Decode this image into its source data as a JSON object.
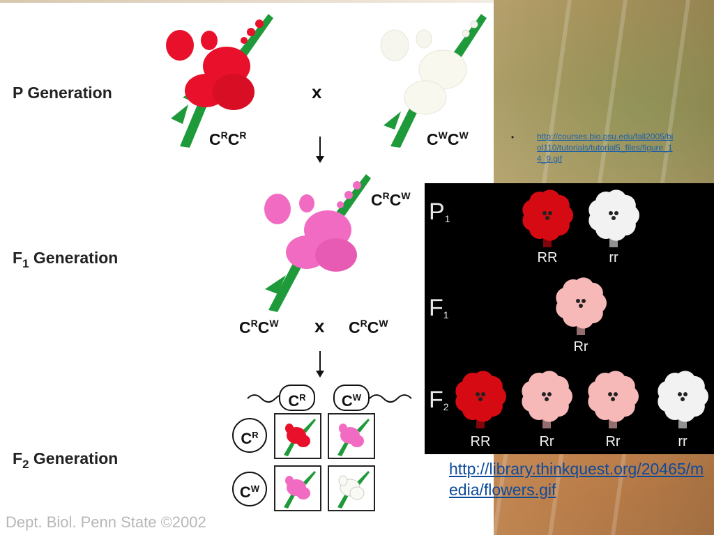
{
  "generations": {
    "p": {
      "prefix": "P",
      "label": "Generation"
    },
    "f1": {
      "prefix": "F",
      "sub": "1",
      "label": "Generation"
    },
    "f2": {
      "prefix": "F",
      "sub": "2",
      "label": "Generation"
    }
  },
  "genotypes": {
    "p_red": {
      "c1": "C",
      "s1": "R",
      "c2": "C",
      "s2": "R"
    },
    "p_white": {
      "c1": "C",
      "s1": "W",
      "c2": "C",
      "s2": "W"
    },
    "f1_top": {
      "c1": "C",
      "s1": "R",
      "c2": "C",
      "s2": "W"
    },
    "f1_left": {
      "c1": "C",
      "s1": "R",
      "c2": "C",
      "s2": "W"
    },
    "f1_right": {
      "c1": "C",
      "s1": "R",
      "c2": "C",
      "s2": "W"
    }
  },
  "cross_symbol": "x",
  "gametes": {
    "top_r": {
      "c": "C",
      "s": "R"
    },
    "top_w": {
      "c": "C",
      "s": "W"
    },
    "left_r": {
      "c": "C",
      "s": "R"
    },
    "left_w": {
      "c": "C",
      "s": "W"
    }
  },
  "credit": "Dept. Biol. Penn State ©2002",
  "bullet": "•",
  "ref_small": "http://courses.bio.psu.edu/fall2005/biol110/tutorials/tutorial5_files/figure_14_9.gif",
  "ref_big": "http://library.thinkquest.org/20465/media/flowers.gif",
  "photo": {
    "rows": {
      "p1": {
        "letter": "P",
        "sub": "1"
      },
      "f1": {
        "letter": "F",
        "sub": "1"
      },
      "f2": {
        "letter": "F",
        "sub": "2"
      }
    },
    "labels": {
      "p_red": "RR",
      "p_white": "rr",
      "f1": "Rr",
      "f2_1": "RR",
      "f2_2": "Rr",
      "f2_3": "Rr",
      "f2_4": "rr"
    }
  },
  "colors": {
    "red": "#e8102a",
    "pink": "#f26bc2",
    "white": "#f4f4ec",
    "stem": "#1f9a3a",
    "photo_red": "#d60a12",
    "photo_pink": "#f7b8b8",
    "photo_white": "#f2f2f2"
  }
}
